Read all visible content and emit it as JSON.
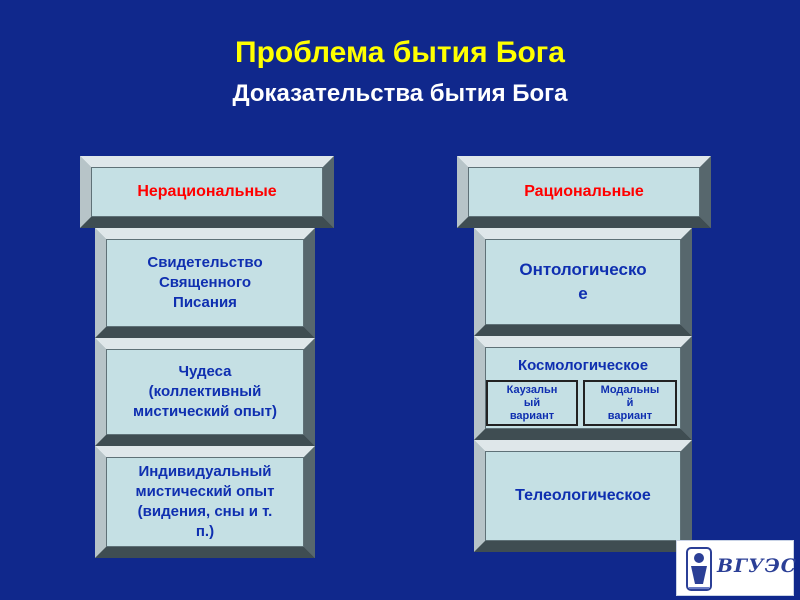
{
  "slide": {
    "title": "Проблема бытия Бога",
    "subtitle": "Доказательства бытия Бога"
  },
  "left": {
    "header": "Нерациональные",
    "items": [
      "Свидетельство\nСвященного\nПисания",
      "Чудеса\n(коллективный\nмистический опыт)",
      "Индивидуальный\nмистический опыт\n(видения, сны и т.\nп.)"
    ]
  },
  "right": {
    "header": "Рациональные",
    "ontological": "Онтологическо\nе",
    "cosmological": "Космологическое",
    "causal": "Каузальн\nый\nвариант",
    "modal": "Модальны\nй\nвариант",
    "teleological": "Телеологическое"
  },
  "logo": {
    "text": "ВГУЭС"
  },
  "colors": {
    "background": "#10288c",
    "title": "#ffff00",
    "header_text": "#ff0000",
    "item_text": "#0f2fb0",
    "box_face": "#c5e0e4"
  }
}
